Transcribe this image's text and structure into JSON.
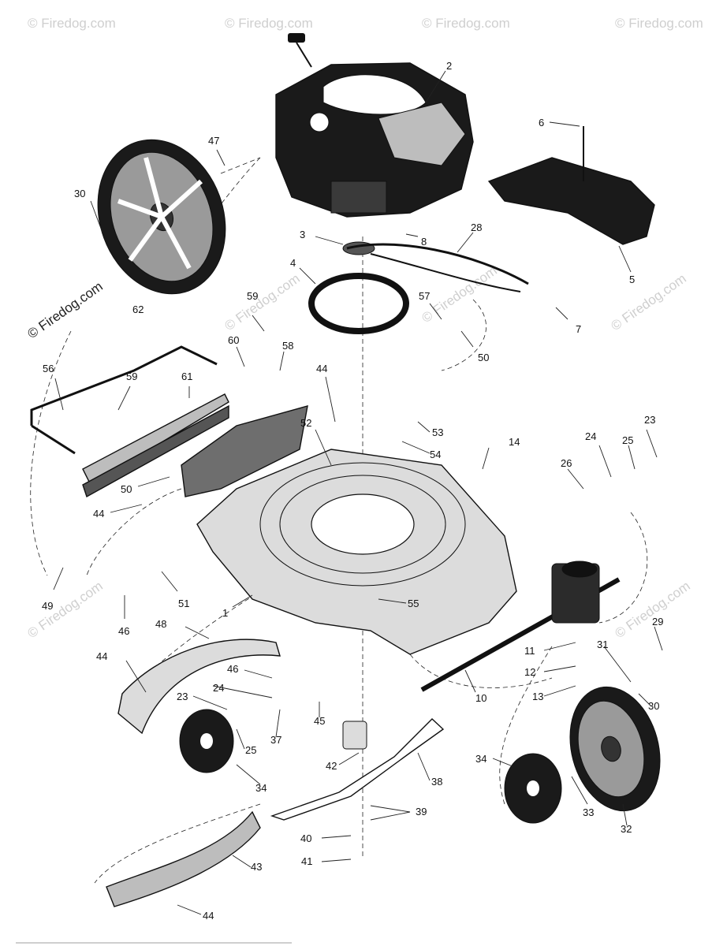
{
  "watermark": {
    "text": "© Firedog.com",
    "top_left": "© Firedog.com",
    "top_right": "© Firedog.com",
    "left_main": "© Firedog.com"
  },
  "labels": [
    {
      "id": "1",
      "text": "1"
    },
    {
      "id": "2",
      "text": "2"
    },
    {
      "id": "3",
      "text": "3"
    },
    {
      "id": "4",
      "text": "4"
    },
    {
      "id": "5",
      "text": "5"
    },
    {
      "id": "6",
      "text": "6"
    },
    {
      "id": "7",
      "text": "7"
    },
    {
      "id": "8",
      "text": "8"
    },
    {
      "id": "10",
      "text": "10"
    },
    {
      "id": "11",
      "text": "11"
    },
    {
      "id": "12",
      "text": "12"
    },
    {
      "id": "13",
      "text": "13"
    },
    {
      "id": "14",
      "text": "14"
    },
    {
      "id": "23a",
      "text": "23"
    },
    {
      "id": "23b",
      "text": "23"
    },
    {
      "id": "24a",
      "text": "24"
    },
    {
      "id": "24b",
      "text": "24"
    },
    {
      "id": "25a",
      "text": "25"
    },
    {
      "id": "25b",
      "text": "25"
    },
    {
      "id": "26",
      "text": "26"
    },
    {
      "id": "28",
      "text": "28"
    },
    {
      "id": "29",
      "text": "29"
    },
    {
      "id": "30a",
      "text": "30"
    },
    {
      "id": "30b",
      "text": "30"
    },
    {
      "id": "31",
      "text": "31"
    },
    {
      "id": "32",
      "text": "32"
    },
    {
      "id": "33",
      "text": "33"
    },
    {
      "id": "34a",
      "text": "34"
    },
    {
      "id": "34b",
      "text": "34"
    },
    {
      "id": "37",
      "text": "37"
    },
    {
      "id": "38",
      "text": "38"
    },
    {
      "id": "39",
      "text": "39"
    },
    {
      "id": "40",
      "text": "40"
    },
    {
      "id": "41",
      "text": "41"
    },
    {
      "id": "42",
      "text": "42"
    },
    {
      "id": "43",
      "text": "43"
    },
    {
      "id": "44a",
      "text": "44"
    },
    {
      "id": "44b",
      "text": "44"
    },
    {
      "id": "44c",
      "text": "44"
    },
    {
      "id": "44d",
      "text": "44"
    },
    {
      "id": "45",
      "text": "45"
    },
    {
      "id": "46a",
      "text": "46"
    },
    {
      "id": "46b",
      "text": "46"
    },
    {
      "id": "47",
      "text": "47"
    },
    {
      "id": "48",
      "text": "48"
    },
    {
      "id": "49",
      "text": "49"
    },
    {
      "id": "50a",
      "text": "50"
    },
    {
      "id": "50b",
      "text": "50"
    },
    {
      "id": "51",
      "text": "51"
    },
    {
      "id": "52",
      "text": "52"
    },
    {
      "id": "53",
      "text": "53"
    },
    {
      "id": "54",
      "text": "54"
    },
    {
      "id": "55",
      "text": "55"
    },
    {
      "id": "56",
      "text": "56"
    },
    {
      "id": "57",
      "text": "57"
    },
    {
      "id": "58",
      "text": "58"
    },
    {
      "id": "59a",
      "text": "59"
    },
    {
      "id": "59b",
      "text": "59"
    },
    {
      "id": "60",
      "text": "60"
    },
    {
      "id": "61",
      "text": "61"
    },
    {
      "id": "62",
      "text": "62"
    }
  ],
  "colors": {
    "ink": "#111111",
    "deck_fill": "#dcdcdc",
    "engine_fill": "#1a1a1a",
    "watermark": "#cfcfcf"
  }
}
